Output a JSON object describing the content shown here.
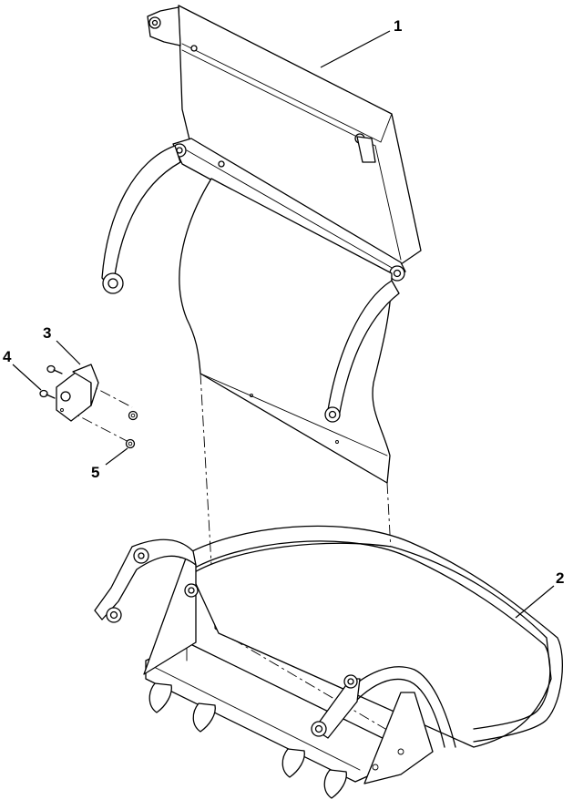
{
  "callouts": [
    {
      "id": "1",
      "label": "1",
      "part": "upper-shield-assembly"
    },
    {
      "id": "2",
      "label": "2",
      "part": "lower-tray-frame-assembly"
    },
    {
      "id": "3",
      "label": "3",
      "part": "mounting-bracket"
    },
    {
      "id": "4",
      "label": "4",
      "part": "bolt"
    },
    {
      "id": "5",
      "label": "5",
      "part": "nut"
    }
  ]
}
